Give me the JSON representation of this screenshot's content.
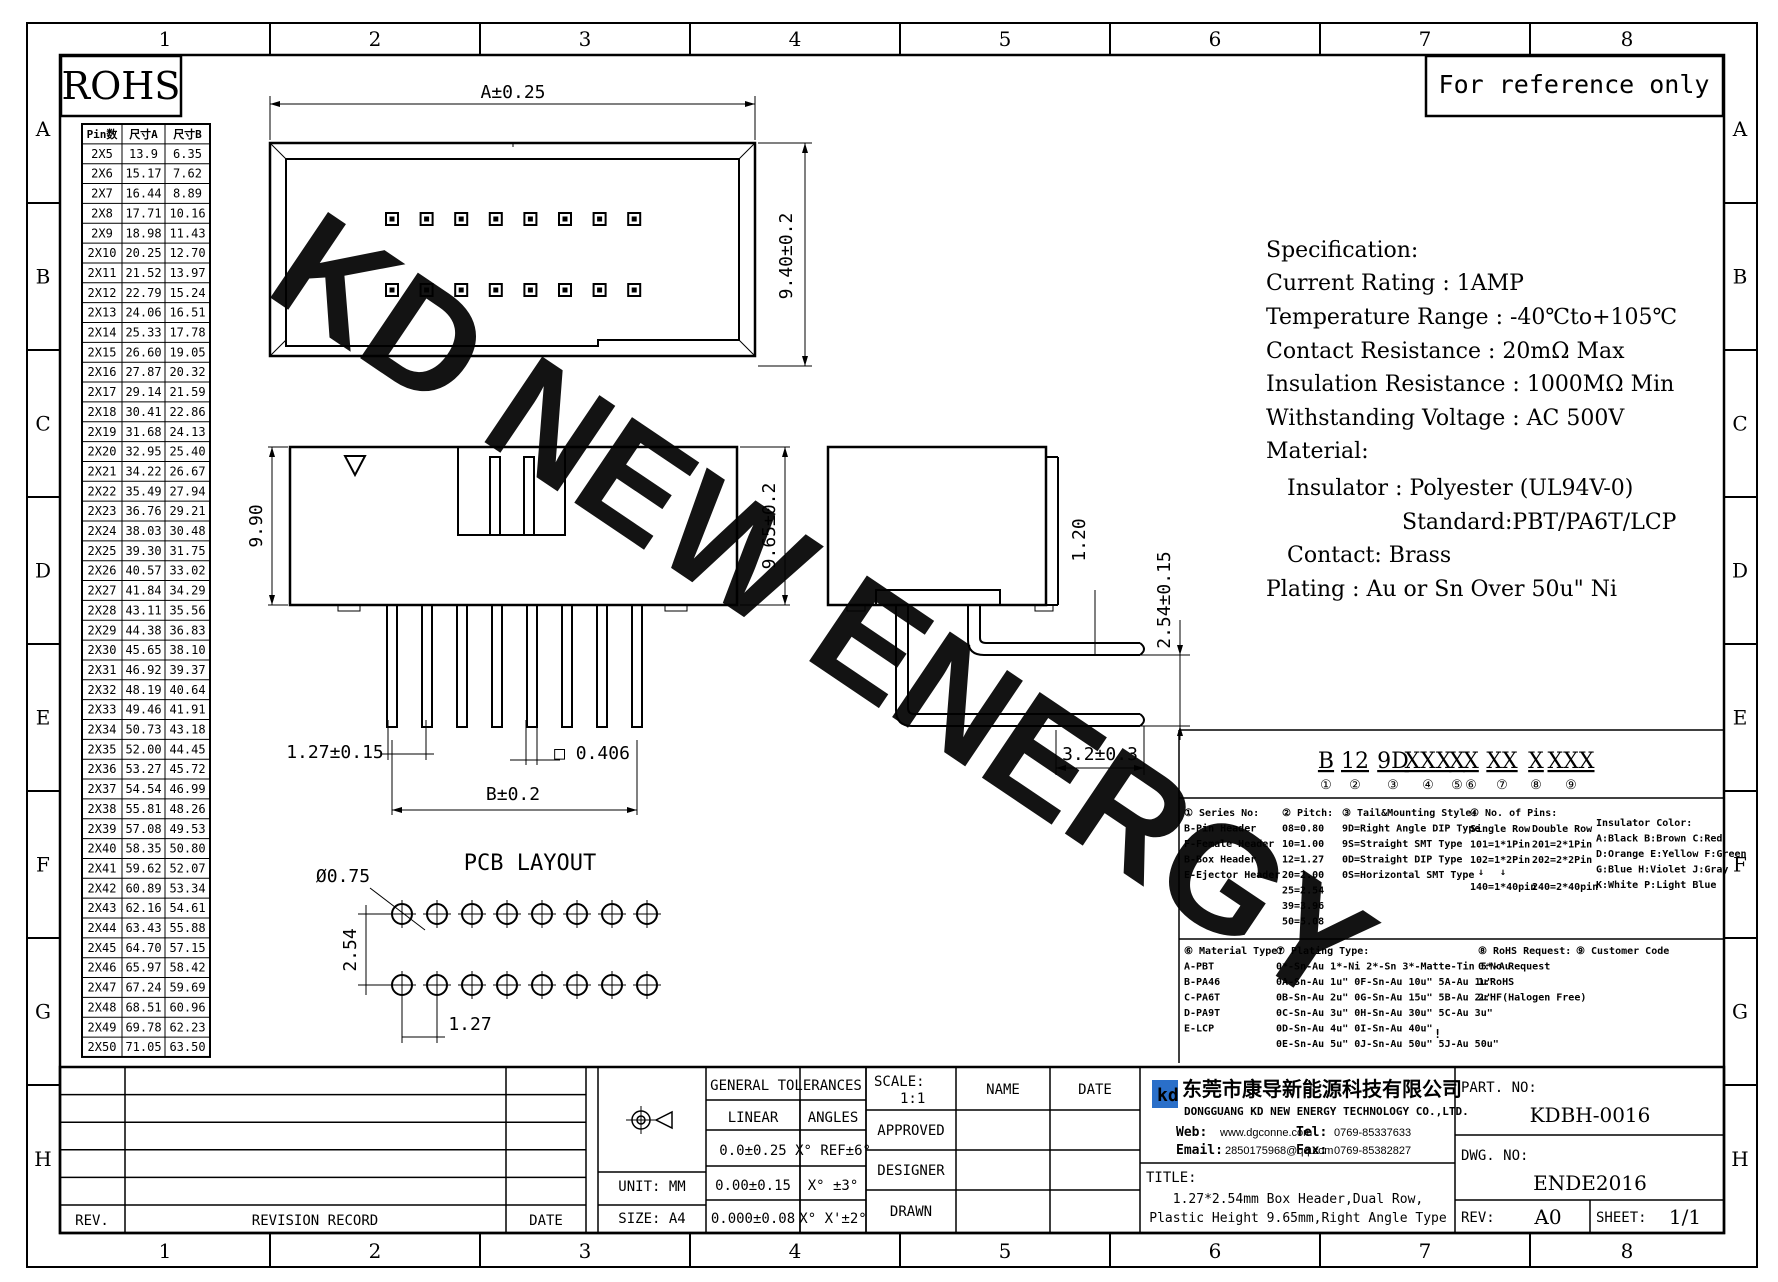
{
  "border": {
    "columns": [
      "1",
      "2",
      "3",
      "4",
      "5",
      "6",
      "7",
      "8"
    ],
    "rows": [
      "A",
      "B",
      "C",
      "D",
      "E",
      "F",
      "G",
      "H"
    ]
  },
  "header": {
    "rohs": "ROHS",
    "reference_note": "For reference only"
  },
  "dimension_table": {
    "headers": [
      "Pin数",
      "尺寸A",
      "尺寸B"
    ],
    "rows": [
      [
        "2X5",
        "13.9",
        "6.35"
      ],
      [
        "2X6",
        "15.17",
        "7.62"
      ],
      [
        "2X7",
        "16.44",
        "8.89"
      ],
      [
        "2X8",
        "17.71",
        "10.16"
      ],
      [
        "2X9",
        "18.98",
        "11.43"
      ],
      [
        "2X10",
        "20.25",
        "12.70"
      ],
      [
        "2X11",
        "21.52",
        "13.97"
      ],
      [
        "2X12",
        "22.79",
        "15.24"
      ],
      [
        "2X13",
        "24.06",
        "16.51"
      ],
      [
        "2X14",
        "25.33",
        "17.78"
      ],
      [
        "2X15",
        "26.60",
        "19.05"
      ],
      [
        "2X16",
        "27.87",
        "20.32"
      ],
      [
        "2X17",
        "29.14",
        "21.59"
      ],
      [
        "2X18",
        "30.41",
        "22.86"
      ],
      [
        "2X19",
        "31.68",
        "24.13"
      ],
      [
        "2X20",
        "32.95",
        "25.40"
      ],
      [
        "2X21",
        "34.22",
        "26.67"
      ],
      [
        "2X22",
        "35.49",
        "27.94"
      ],
      [
        "2X23",
        "36.76",
        "29.21"
      ],
      [
        "2X24",
        "38.03",
        "30.48"
      ],
      [
        "2X25",
        "39.30",
        "31.75"
      ],
      [
        "2X26",
        "40.57",
        "33.02"
      ],
      [
        "2X27",
        "41.84",
        "34.29"
      ],
      [
        "2X28",
        "43.11",
        "35.56"
      ],
      [
        "2X29",
        "44.38",
        "36.83"
      ],
      [
        "2X30",
        "45.65",
        "38.10"
      ],
      [
        "2X31",
        "46.92",
        "39.37"
      ],
      [
        "2X32",
        "48.19",
        "40.64"
      ],
      [
        "2X33",
        "49.46",
        "41.91"
      ],
      [
        "2X34",
        "50.73",
        "43.18"
      ],
      [
        "2X35",
        "52.00",
        "44.45"
      ],
      [
        "2X36",
        "53.27",
        "45.72"
      ],
      [
        "2X37",
        "54.54",
        "46.99"
      ],
      [
        "2X38",
        "55.81",
        "48.26"
      ],
      [
        "2X39",
        "57.08",
        "49.53"
      ],
      [
        "2X40",
        "58.35",
        "50.80"
      ],
      [
        "2X41",
        "59.62",
        "52.07"
      ],
      [
        "2X42",
        "60.89",
        "53.34"
      ],
      [
        "2X43",
        "62.16",
        "54.61"
      ],
      [
        "2X44",
        "63.43",
        "55.88"
      ],
      [
        "2X45",
        "64.70",
        "57.15"
      ],
      [
        "2X46",
        "65.97",
        "58.42"
      ],
      [
        "2X47",
        "67.24",
        "59.69"
      ],
      [
        "2X48",
        "68.51",
        "60.96"
      ],
      [
        "2X49",
        "69.78",
        "62.23"
      ],
      [
        "2X50",
        "71.05",
        "63.50"
      ]
    ]
  },
  "dimensions": {
    "a": "A±0.25",
    "height_top": "9.40±0.2",
    "side_990": "9.90",
    "side_965": "9.65±0.2",
    "d120": "1.20",
    "d254": "2.54±0.15",
    "d32": "3.2±0.3",
    "pitch": "1.27±0.15",
    "pin": "□ 0.406",
    "b": "B±0.2",
    "pcb_title": "PCB LAYOUT",
    "hole": "Ø0.75",
    "row": "2.54",
    "col": "1.27"
  },
  "watermark": "KD NEW ENERGY",
  "spec": {
    "lines": [
      "Specification:",
      "Current Rating : 1AMP",
      "Temperature Range : -40℃to+105℃",
      "Contact Resistance : 20mΩ Max",
      "Insulation Resistance : 1000MΩ Min",
      "Withstanding Voltage : AC 500V",
      "Material:",
      "Insulator : Polyester (UL94V-0)",
      "Standard:PBT/PA6T/LCP",
      "Contact: Brass",
      "Plating : Au or Sn Over 50u\" Ni"
    ]
  },
  "part_code": {
    "segments": [
      "B",
      "12",
      "9D",
      "XXX",
      "X",
      "X",
      "XX",
      "X",
      "XXX"
    ],
    "markers": [
      "①",
      "②",
      "③",
      "④",
      "⑤",
      "⑥",
      "⑦",
      "⑧",
      "⑨"
    ]
  },
  "legend": {
    "series": [
      "① Series No:",
      "B-Pin Header",
      "F-Female Header",
      "B-Box Header",
      "E-Ejector Header"
    ],
    "pitch": [
      "② Pitch:",
      "08=0.80",
      "10=1.00",
      "12=1.27",
      "20=2.00",
      "25=2.54",
      "39=3.96",
      "50=5.08"
    ],
    "tail": [
      "③ Tail&Mounting Style:",
      "9D=Right Angle DIP Type",
      "9S=Straight SMT Type",
      "0D=Straight DIP Type",
      "0S=Horizontal SMT Type"
    ],
    "pins": [
      "④ No. of Pins:",
      "Single Row",
      "Double Row",
      "101=1*1Pin",
      "201=2*1Pin",
      "102=1*2Pin",
      "202=2*2Pin",
      "140=1*40pin",
      "240=2*40pin"
    ],
    "color": [
      "Insulator Color:",
      "A:Black  B:Brown  C:Red",
      "D:Orange E:Yellow F:Green",
      "G:Blue   H:Violet J:Gray",
      "K:White  P:Light Blue"
    ],
    "material": [
      "⑥ Material Type:",
      "A-PBT",
      "B-PA46",
      "C-PA6T",
      "D-PA9T",
      "E-LCP"
    ],
    "plating": [
      "⑦ Plating Type:",
      "0*-Sn-Au 1*-Ni 2*-Sn 3*-Matte-Tin 5*-Au",
      "0A-Sn-Au 1u\" 0F-Sn-Au 10u\"  5A-Au 1u\"",
      "0B-Sn-Au 2u\" 0G-Sn-Au 15u\"  5B-Au 2u\"",
      "0C-Sn-Au 3u\" 0H-Sn-Au 30u\"  5C-Au 3u\"",
      "0D-Sn-Au 4u\" 0I-Sn-Au 40u\"",
      "0E-Sn-Au 5u\" 0J-Sn-Au 50u\"  5J-Au 50u\""
    ],
    "rohs": [
      "⑧ RoHS Request:",
      "0:No Request",
      "1:RoHS",
      "2:HF(Halogen Free)"
    ],
    "customer": [
      "⑨ Customer Code"
    ]
  },
  "title_block": {
    "rev_label": "REV.",
    "revision_record": "REVISION RECORD",
    "date_label": "DATE",
    "general_tolerances": "GENERAL TOLERANCES",
    "linear": "LINEAR",
    "angles": "ANGLES",
    "lin1": "0.0±0.25",
    "ang1": "X° REF±6°",
    "lin2": "0.00±0.15",
    "ang2": "X° ±3°",
    "lin3": "0.000±0.08",
    "ang3": "X° X'±2°",
    "unit": "UNIT: MM",
    "size": "SIZE: A4",
    "scale_label": "SCALE:",
    "scale_value": "1:1",
    "name_label": "NAME",
    "date_col": "DATE",
    "approved": "APPROVED",
    "designer": "DESIGNER",
    "drawn": "DRAWN",
    "company_cn": "东莞市康导新能源科技有限公司",
    "company_en": "DONGGUANG KD NEW ENERGY TECHNOLOGY CO.,LTD.",
    "web_label": "Web:",
    "web": "www.dgconne.com",
    "tel_label": "Tel:",
    "tel": "0769-85337633",
    "email_label": "Email:",
    "email": "2850175968@qq.com",
    "fax_label": "Fax:",
    "fax": "0769-85382827",
    "title_label": "TITLE:",
    "title_line1": "1.27*2.54mm Box Header,Dual Row,",
    "title_line2": "Plastic Height 9.65mm,Right Angle Type",
    "part_no_label": "PART. NO:",
    "part_no": "KDBH-0016",
    "dwg_no_label": "DWG. NO:",
    "dwg_no": "ENDE2016",
    "rev_block_label": "REV:",
    "rev_value": "A0",
    "sheet_label": "SHEET:",
    "sheet_value": "1/1"
  },
  "colors": {
    "watermark": "#33e8f0",
    "logo": "#2a6fc9",
    "line": "#000000"
  }
}
